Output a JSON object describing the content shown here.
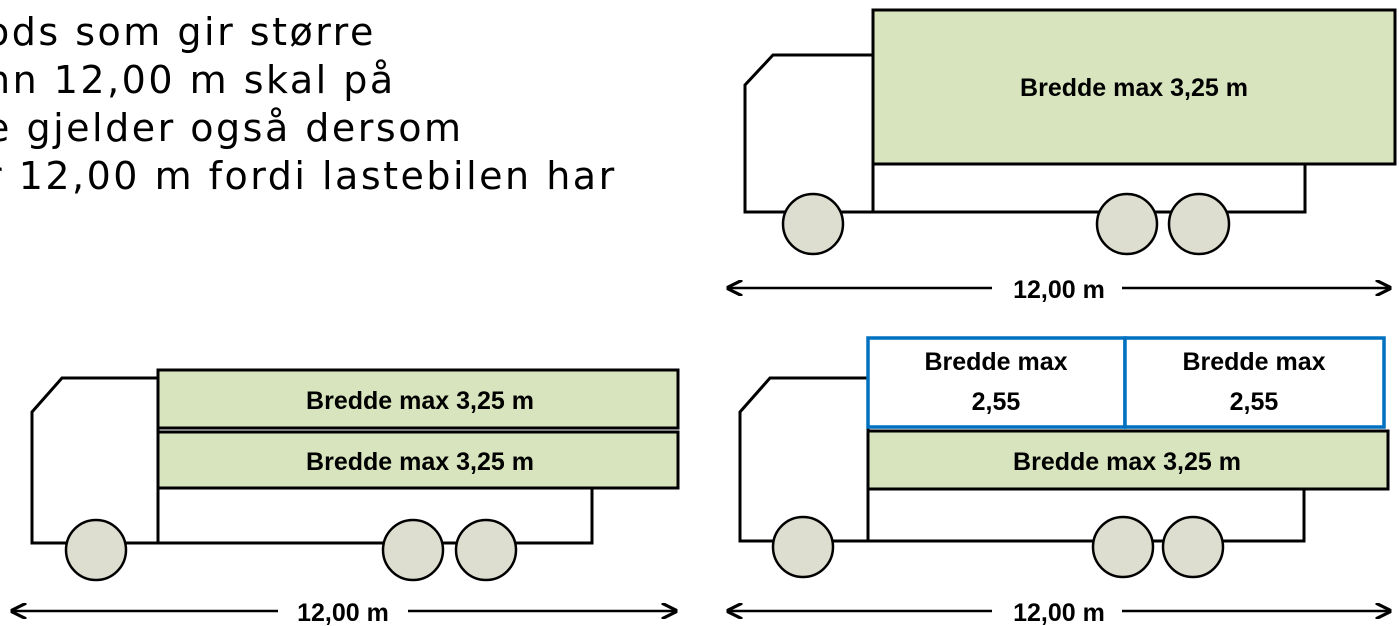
{
  "paragraph": {
    "line1": "ods som gir større",
    "line2": "nn 12,00 m skal på",
    "line3": "e gjelder også dersom",
    "line4": "r 12,00 m fordi lastebilen har"
  },
  "trucks": [
    {
      "id": "top-right",
      "loads": [
        "Bredde max 3,25 m"
      ],
      "length_label": "12,00 m"
    },
    {
      "id": "bottom-left",
      "loads": [
        "Bredde max 3,25 m",
        "Bredde max 3,25 m"
      ],
      "length_label": "12,00 m"
    },
    {
      "id": "bottom-right",
      "upper_loads": [
        {
          "line1": "Bredde max",
          "line2": "2,55"
        },
        {
          "line1": "Bredde max",
          "line2": "2,55"
        }
      ],
      "lower_load": "Bredde max 3,25 m",
      "length_label": "12,00 m"
    }
  ],
  "colors": {
    "cargo_fill": "#d7e4bd",
    "wheel_fill": "#deded0",
    "box_stroke": "#0070c0",
    "outline": "#000000"
  }
}
